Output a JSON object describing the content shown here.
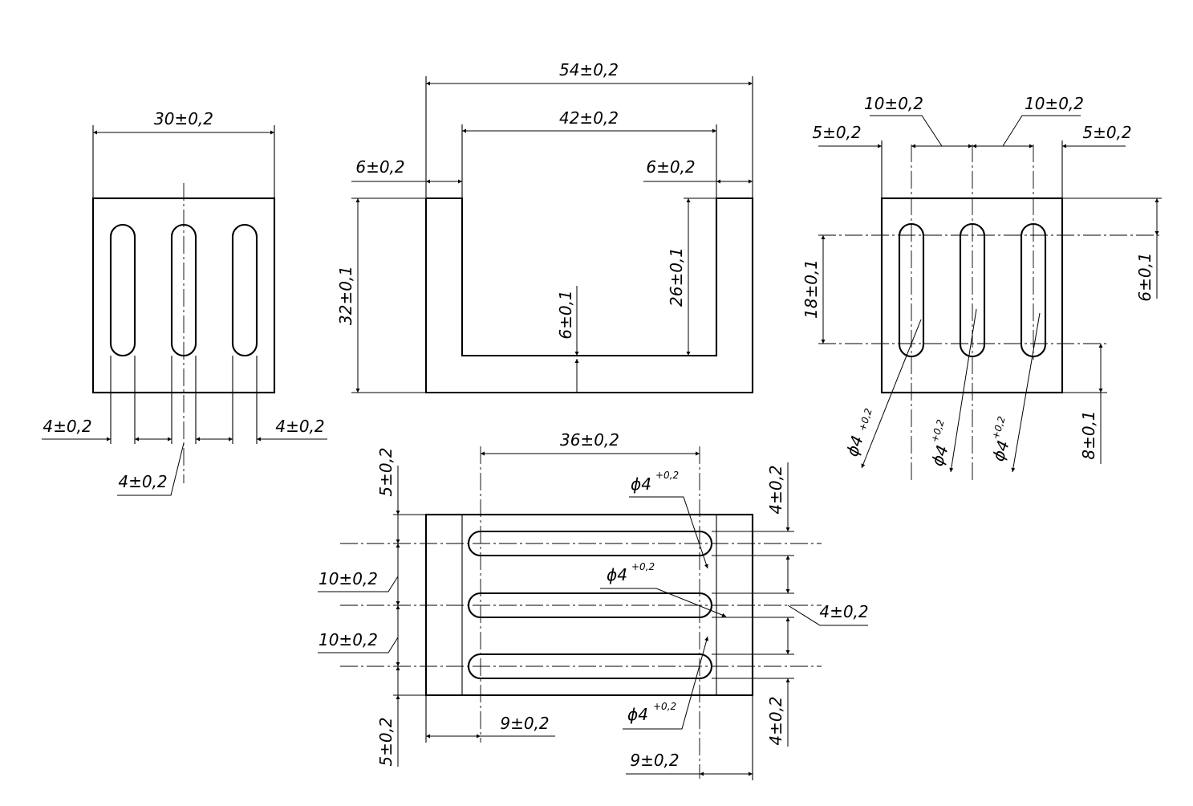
{
  "drawing": {
    "left_view": {
      "width": "30±0,2",
      "edge_left": "4±0,2",
      "edge_right": "4±0,2",
      "slot_width": "4±0,2"
    },
    "front_view": {
      "overall_width": "54±0,2",
      "inner_width": "42±0,2",
      "wall_left": "6±0,2",
      "wall_right": "6±0,2",
      "height": "32±0,1",
      "inner_depth": "26±0,1",
      "base": "6±0,1"
    },
    "right_view": {
      "pitch_left": "10±0,2",
      "pitch_right": "10±0,2",
      "margin_left": "5±0,2",
      "margin_right": "5±0,2",
      "slot_length": "18±0,1",
      "top_offset": "6±0,1",
      "bottom_offset": "8±0,1",
      "hole_1": "ϕ4",
      "hole_1_tol": "+0,2",
      "hole_2": "ϕ4",
      "hole_2_tol": "+0,2",
      "hole_3": "ϕ4",
      "hole_3_tol": "+0,2"
    },
    "top_view": {
      "slot_span": "36±0,2",
      "hole_1": "ϕ4",
      "hole_1_tol": "+0,2",
      "hole_2": "ϕ4",
      "hole_2_tol": "+0,2",
      "hole_3": "ϕ4",
      "hole_3_tol": "+0,2",
      "margin_top": "5±0,2",
      "margin_bottom": "5±0,2",
      "pitch_1": "10±0,2",
      "pitch_2": "10±0,2",
      "slot_w_top": "4±0,2",
      "slot_w_mid": "4±0,2",
      "slot_w_bottom": "4±0,2",
      "offset_left": "9±0,2",
      "offset_right": "9±0,2"
    }
  }
}
